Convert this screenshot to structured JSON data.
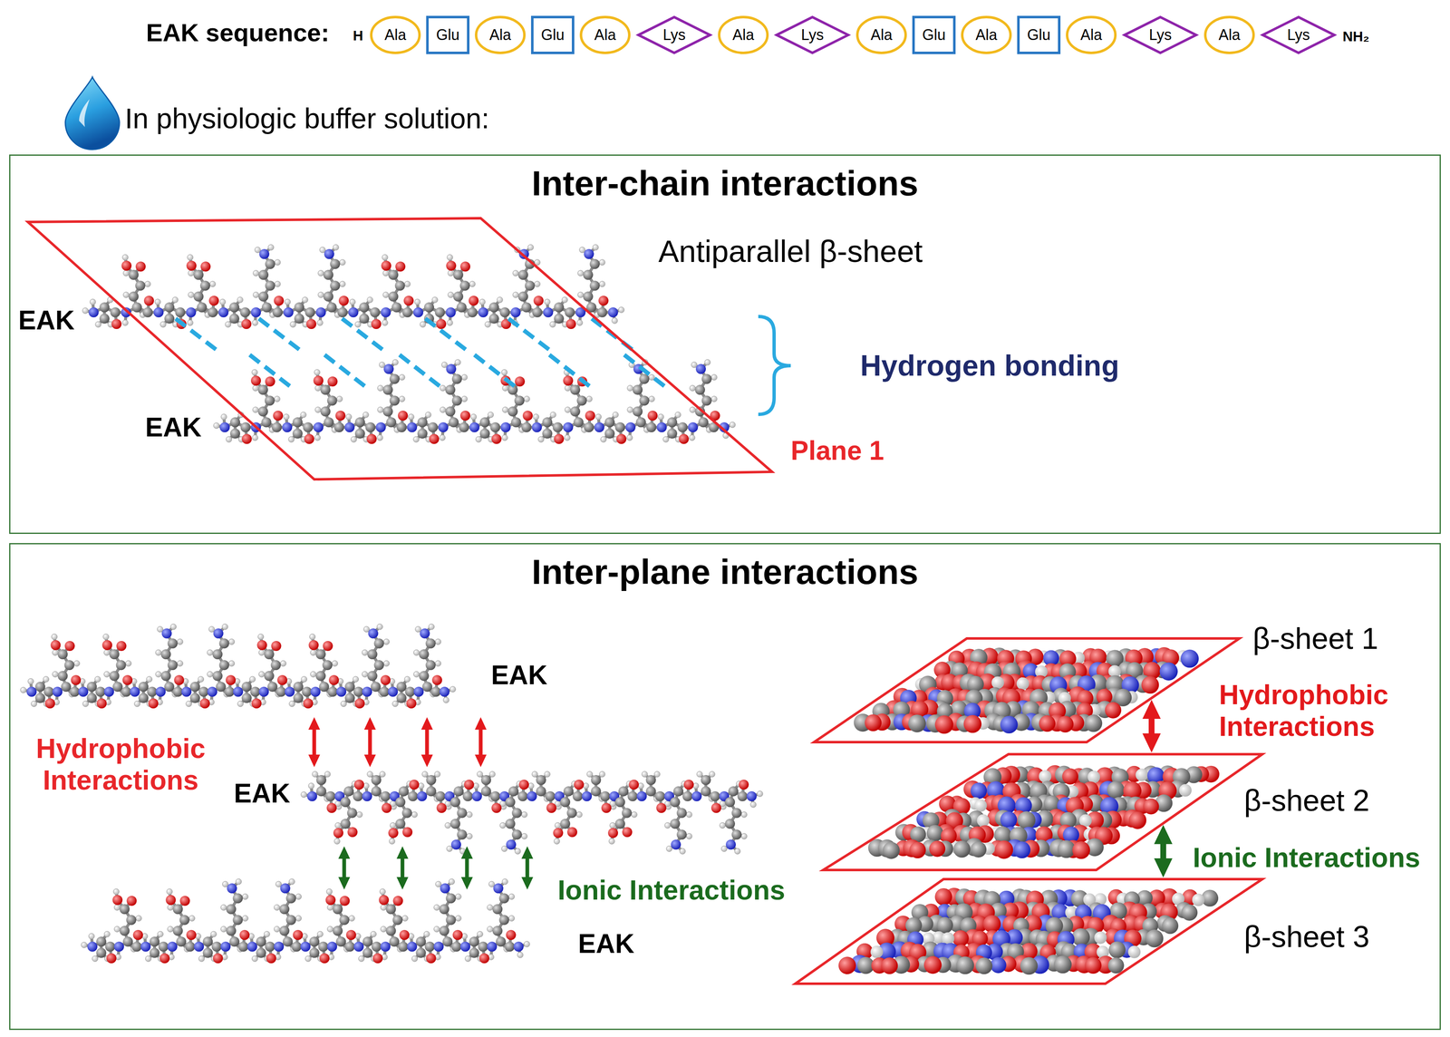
{
  "diagram": {
    "nodes": [
      {
        "text": [
          "Ala"
        ]
      },
      {
        "text": [
          "Glu"
        ]
      },
      {
        "text": [
          "Ala"
        ]
      },
      {
        "text": [
          "Glu"
        ]
      },
      {
        "text": [
          "Ala"
        ]
      },
      {
        "text": [
          "Lys"
        ]
      },
      {
        "text": [
          "Ala"
        ]
      },
      {
        "text": [
          "Lys"
        ]
      },
      {
        "text": [
          "Ala"
        ]
      },
      {
        "text": [
          "Glu"
        ]
      },
      {
        "text": [
          "Ala"
        ]
      },
      {
        "text": [
          "Glu"
        ]
      },
      {
        "text": [
          "Ala"
        ]
      },
      {
        "text": [
          "Lys"
        ]
      },
      {
        "text": [
          "Ala"
        ]
      },
      {
        "text": [
          "Lys"
        ]
      },
      {
        "text": [
          "Inter-chain interactions"
        ]
      },
      {
        "text": [
          "Plane 1"
        ],
        "in": 16
      },
      {
        "text": [
          "Inter-plane interactions"
        ]
      },
      {
        "text": [
          "β-sheet 1"
        ],
        "in": 18
      },
      {
        "text": [
          "β-sheet 2"
        ],
        "in": 18
      },
      {
        "text": [
          "β-sheet 3"
        ],
        "in": 18
      }
    ],
    "edges": [
      {
        "from": 19,
        "to": 20,
        "arrow": "both",
        "label": "Hydrophobic Interactions"
      },
      {
        "from": 20,
        "to": 21,
        "arrow": "both",
        "label": "Ionic Interactions"
      }
    ],
    "labels": [
      "EAK sequence:",
      "H",
      "NH₂",
      "In physiologic buffer solution:",
      "EAK",
      "EAK",
      "Antiparallel β-sheet",
      "Hydrogen bonding",
      "EAK",
      "EAK",
      "EAK",
      "Hydrophobic Interactions",
      "Ionic Interactions"
    ]
  }
}
